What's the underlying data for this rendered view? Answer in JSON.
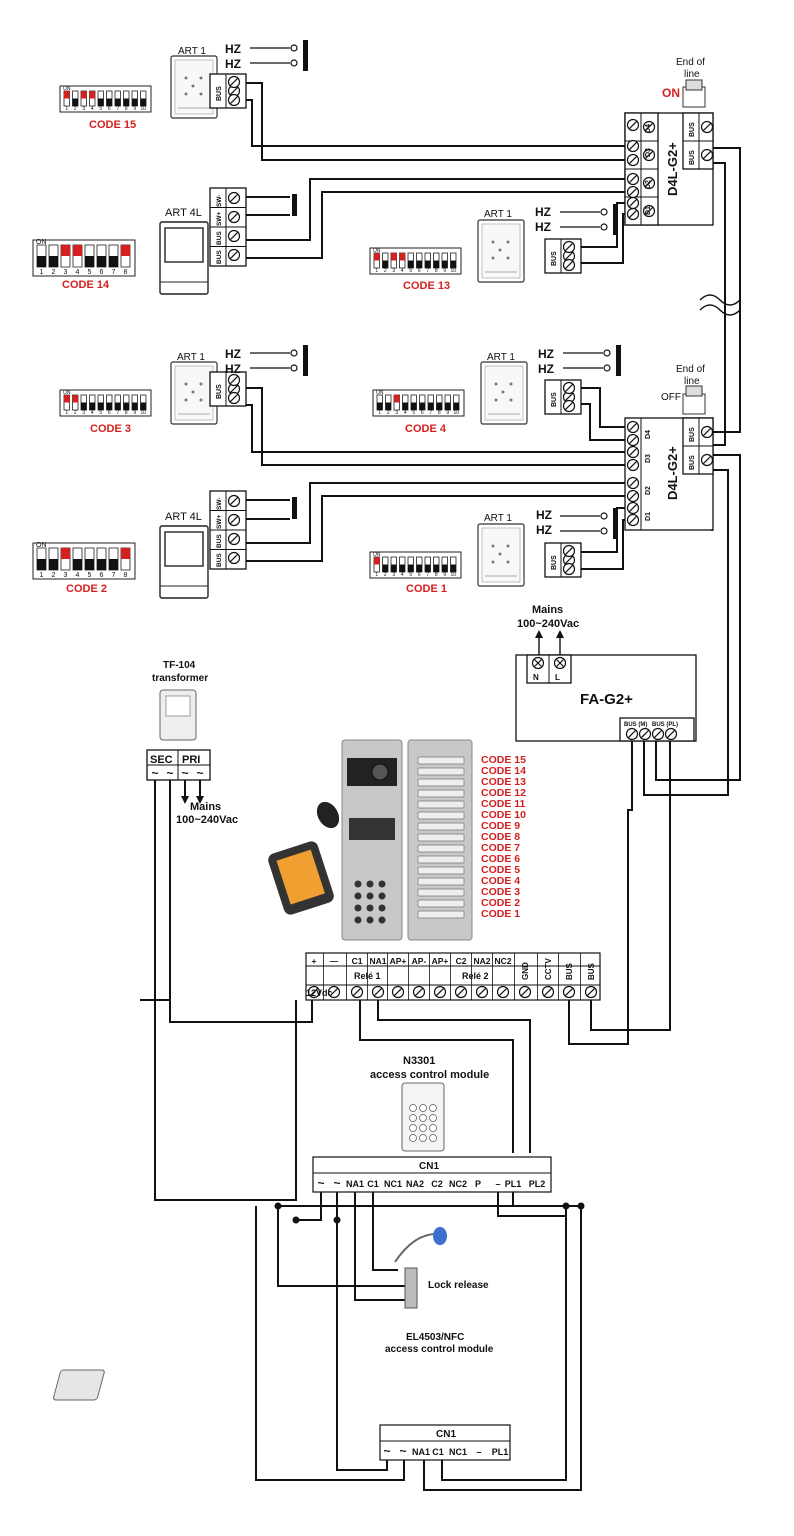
{
  "art1_label": "ART 1",
  "art4l_label": "ART 4L",
  "hz_label": "HZ",
  "bus_label": "BUS",
  "sw_minus": "SW-",
  "sw_plus": "SW+",
  "d4l_label": "D4L-G2+",
  "d_terminals": [
    "D4",
    "D3",
    "D2",
    "D1"
  ],
  "end_of_line": [
    "End of",
    "line"
  ],
  "eol_on": "ON",
  "eol_off": "OFF",
  "dip_on": "ON",
  "codes": {
    "c15": "CODE 15",
    "c14": "CODE 14",
    "c13": "CODE 13",
    "c3": "CODE 3",
    "c4": "CODE 4",
    "c2": "CODE 2",
    "c1": "CODE 1"
  },
  "mains": [
    "Mains",
    "100~240Vac"
  ],
  "fa": {
    "title": "FA-G2+",
    "n": "N",
    "l": "L",
    "bus_m": "BUS (M)",
    "bus_pl": "BUS (PL)"
  },
  "transformer": {
    "name": "TF-104",
    "sub": "transformer",
    "sec": "SEC",
    "pri": "PRI"
  },
  "tilde": "~",
  "panel_codes": [
    "CODE 15",
    "CODE 14",
    "CODE 13",
    "CODE 12",
    "CODE 11",
    "CODE 10",
    "CODE 9",
    "CODE 8",
    "CODE 7",
    "CODE 6",
    "CODE 5",
    "CODE 4",
    "CODE 3",
    "CODE 2",
    "CODE 1"
  ],
  "main_terminals": [
    "+",
    "—",
    "C1",
    "NA1",
    "AP+",
    "AP-",
    "AP+",
    "C2",
    "NA2",
    "NC2",
    "GND",
    "CCTV",
    "BUS",
    "BUS"
  ],
  "v12": "12Vdc",
  "rele1": "Relé 1",
  "rele2": "Relé 2",
  "n3301": {
    "name": "N3301",
    "sub": "access control module",
    "cn": "CN1",
    "terms": [
      "~",
      "~",
      "NA1",
      "C1",
      "NC1",
      "NA2",
      "C2",
      "NC2",
      "P",
      "–",
      "PL1",
      "PL2"
    ]
  },
  "lock": "Lock release",
  "el4503": {
    "name": "EL4503/NFC",
    "sub": "access control module",
    "cn": "CN1",
    "terms": [
      "~",
      "~",
      "NA1",
      "C1",
      "NC1",
      "–",
      "PL1"
    ]
  }
}
